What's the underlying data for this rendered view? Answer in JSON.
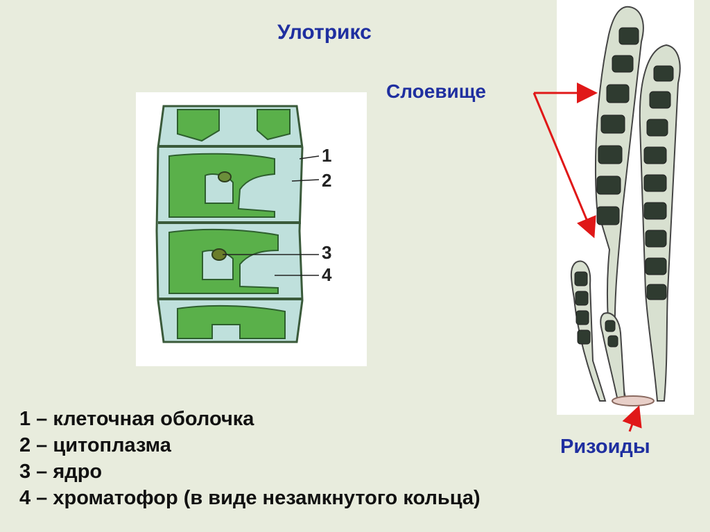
{
  "title": "Улотрикс",
  "labels": {
    "thallus": "Слоевище",
    "rhizoids": "Ризоиды"
  },
  "callouts": [
    "1",
    "2",
    "3",
    "4"
  ],
  "legend": [
    "1 – клеточная оболочка",
    "2 – цитоплазма",
    "3 – ядро",
    "4 – хроматофор (в виде незамкнутого кольца)"
  ],
  "colors": {
    "background": "#e8ecdd",
    "accent_text": "#1f2fa0",
    "arrow": "#e01818",
    "chloroplast": "#5ab04a",
    "cytoplasm": "#bfe0dc"
  }
}
